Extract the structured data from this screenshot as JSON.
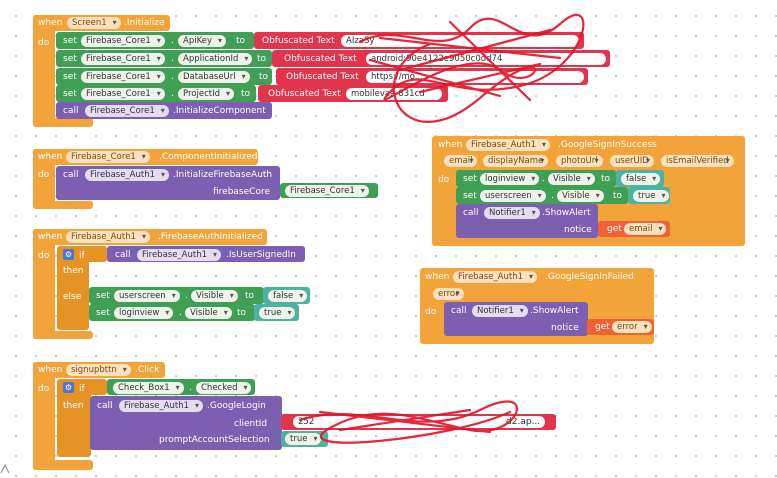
{
  "kw": {
    "when": "when",
    "do": "do",
    "set": "set",
    "to": "to",
    "call": "call",
    "if": "if",
    "then": "then",
    "else": "else",
    "dot": "."
  },
  "block1": {
    "component": "Screen1",
    "event": ".Initialize",
    "rows": [
      {
        "comp": "Firebase_Core1",
        "prop": "ApiKey",
        "lit": "Obfuscated Text",
        "val": "AIzaSy"
      },
      {
        "comp": "Firebase_Core1",
        "prop": "ApplicationId",
        "lit": "Obfuscated Text",
        "val": "android:90e4122e9050c0dd74"
      },
      {
        "comp": "Firebase_Core1",
        "prop": "DatabaseUrl",
        "lit": "Obfuscated Text",
        "val": "https://mo..."
      },
      {
        "comp": "Firebase_Core1",
        "prop": "ProjectId",
        "lit": "Obfuscated Text",
        "val": "mobilevaa-831cd"
      }
    ],
    "call_comp": "Firebase_Core1",
    "call_method": ".InitializeComponent"
  },
  "block2": {
    "component": "Firebase_Core1",
    "event": ".ComponentInitialized",
    "call_comp": "Firebase_Auth1",
    "call_method": ".InitializeFirebaseAuth",
    "arg_name": "firebaseCore",
    "arg_value": "Firebase_Core1"
  },
  "block3": {
    "component": "Firebase_Auth1",
    "event": ".FirebaseAuthInitialized",
    "cond_comp": "Firebase_Auth1",
    "cond_method": ".IsUserSignedIn",
    "else_rows": [
      {
        "comp": "userscreen",
        "prop": "Visible",
        "val": "false"
      },
      {
        "comp": "loginview",
        "prop": "Visible",
        "val": "true"
      }
    ]
  },
  "block4": {
    "component": "signupbttn",
    "event": ".Click",
    "cond_comp": "Check_Box1",
    "cond_prop": "Checked",
    "call_comp": "Firebase_Auth1",
    "call_method": ".GoogleLogin",
    "arg1_name": "clientId",
    "arg1_value": "252",
    "arg1_tail": "d2.ap...",
    "arg2_name": "promptAccountSelection",
    "arg2_value": "true"
  },
  "block5": {
    "component": "Firebase_Auth1",
    "event": ".GoogleSignInSuccess",
    "params": [
      "email",
      "displayName",
      "photoUrl",
      "userUID",
      "isEmailVerified"
    ],
    "rows": [
      {
        "comp": "loginview",
        "prop": "Visible",
        "val": "false"
      },
      {
        "comp": "userscreen",
        "prop": "Visible",
        "val": "true"
      }
    ],
    "call_comp": "Notifier1",
    "call_method": ".ShowAlert",
    "arg_name": "notice",
    "get_kw": "get",
    "get_var": "email"
  },
  "block6": {
    "component": "Firebase_Auth1",
    "event": ".GoogleSignInFailed",
    "params": [
      "error"
    ],
    "call_comp": "Notifier1",
    "call_method": ".ShowAlert",
    "arg_name": "notice",
    "get_kw": "get",
    "get_var": "error"
  },
  "colors": {
    "event": "#f2a43a",
    "setter": "#3f9f55",
    "method": "#7c5fb0",
    "text": "#e2354c",
    "scribble": "#e8132a"
  }
}
